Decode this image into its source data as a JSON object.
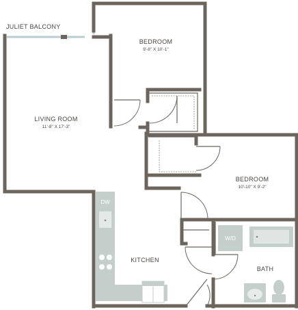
{
  "plan": {
    "balcony_label": "JULIET BALCONY",
    "rooms": {
      "bedroom1": {
        "name": "BEDROOM",
        "dims": "9'-8\" X 10'-1\""
      },
      "living": {
        "name": "LIVING ROOM",
        "dims": "11'-8\" X 17'-3\""
      },
      "bedroom2": {
        "name": "BEDROOM",
        "dims": "10'-10\" X 9'-2\""
      },
      "kitchen": {
        "name": "KITCHEN"
      },
      "bath": {
        "name": "BATH"
      }
    },
    "fixtures": {
      "dishwasher": "DW",
      "washer_dryer": "W/D"
    },
    "colors": {
      "wall": "#6b655e",
      "fixture": "#c4cfcc",
      "window": "#b9cdd0",
      "text": "#4a4540"
    }
  }
}
